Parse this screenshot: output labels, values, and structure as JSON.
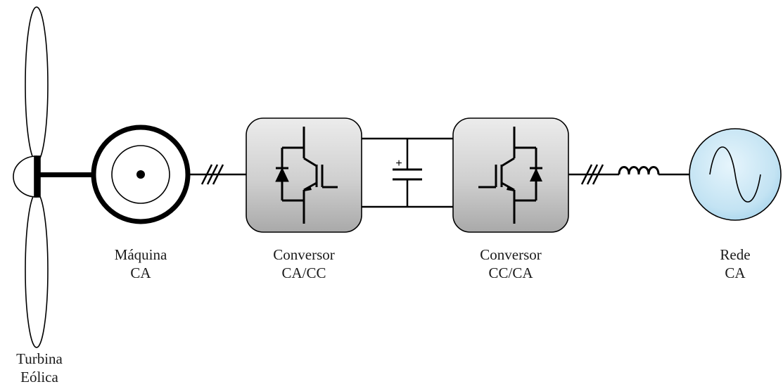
{
  "labels": {
    "turbine": [
      "Turbina",
      "Eólica"
    ],
    "machine": [
      "Máquina",
      "CA"
    ],
    "converter1": [
      "Conversor",
      "CA/CC"
    ],
    "converter2": [
      "Conversor",
      "CC/CA"
    ],
    "grid": [
      "Rede",
      "CA"
    ]
  },
  "symbols": {
    "capacitor_polarity": "+"
  },
  "icons": {
    "turbine": "wind-turbine-icon",
    "machine": "ac-machine-icon",
    "converter1": "igbt-switch-icon",
    "converter2": "igbt-switch-icon",
    "capacitor": "capacitor-icon",
    "inductor": "inductor-icon",
    "grid": "ac-source-icon"
  },
  "colors": {
    "converter_fill": "#c8c8c8",
    "grid_fill": "#c8e6f4",
    "line": "#000000"
  }
}
